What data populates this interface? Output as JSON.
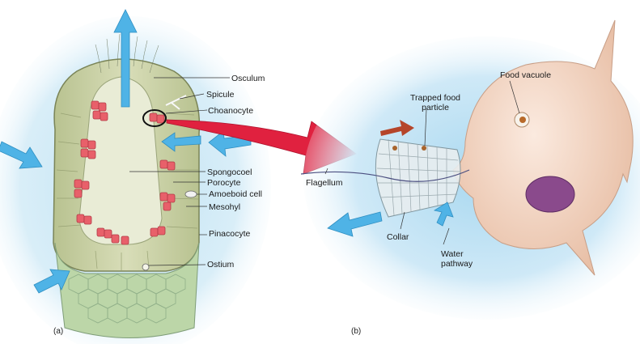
{
  "panel_a": {
    "panel_label": "(a)",
    "labels": {
      "osculum": "Osculum",
      "spicule": "Spicule",
      "choanocyte": "Choanocyte",
      "spongocoel": "Spongocoel",
      "porocyte": "Porocyte",
      "amoeboid_cell": "Amoeboid cell",
      "mesohyl": "Mesohyl",
      "pinacocyte": "Pinacocyte",
      "ostium": "Ostium"
    }
  },
  "panel_b": {
    "panel_label": "(b)",
    "labels": {
      "food_vacuole": "Food vacuole",
      "trapped_food_line1": "Trapped food",
      "trapped_food_line2": "particle",
      "flagellum": "Flagellum",
      "collar": "Collar",
      "water_pathway_line1": "Water",
      "water_pathway_line2": "pathway"
    }
  },
  "colors": {
    "water_flow_arrow": "#4fb3e6",
    "magnify_arrow": "#e0213f",
    "food_movement_arrow": "#b5452a",
    "sponge_wall": "#c9cfa4",
    "choanocyte_cells": "#e8606a",
    "cell_body": "#f4d9c6",
    "nucleus": "#8a4a8c"
  }
}
